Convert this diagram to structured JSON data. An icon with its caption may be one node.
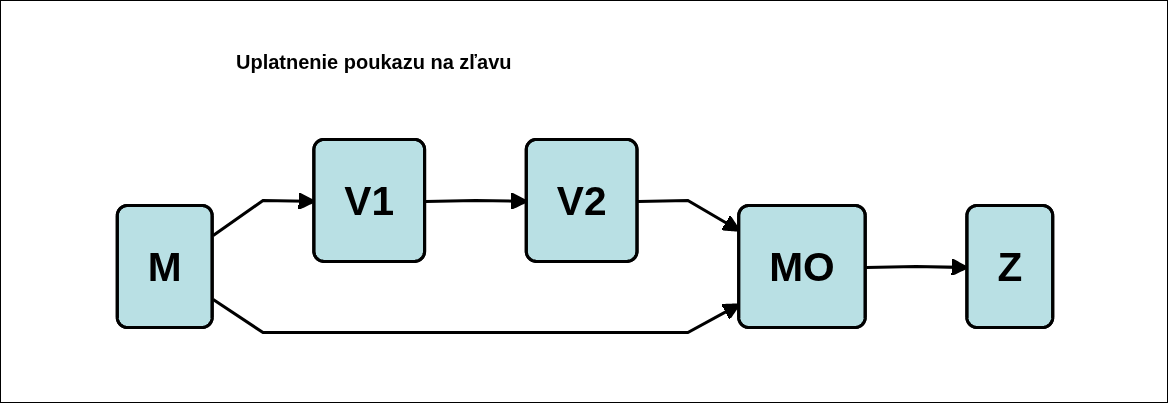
{
  "diagram": {
    "title": "Uplatnenie poukazu na zľavu",
    "nodes": [
      {
        "text": [
          "V1"
        ]
      },
      {
        "text": [
          "V2"
        ]
      },
      {
        "text": [
          "MO"
        ]
      },
      {
        "text": [
          "M"
        ]
      },
      {
        "text": [
          "Z"
        ]
      }
    ],
    "edges": [
      {
        "from": 0,
        "to": 1,
        "arrow": "to"
      },
      {
        "from": 1,
        "to": 2,
        "arrow": "to"
      },
      {
        "from": 3,
        "to": 0,
        "arrow": "to"
      },
      {
        "from": 3,
        "to": 2,
        "arrow": "to"
      },
      {
        "from": 2,
        "to": 4,
        "arrow": "to"
      }
    ]
  }
}
